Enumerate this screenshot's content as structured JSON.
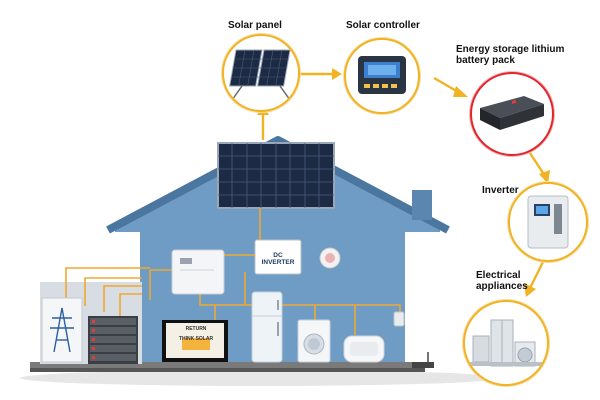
{
  "labels": {
    "solar_panel": "Solar panel",
    "solar_controller": "Solar controller",
    "battery_line1": "Energy storage lithium",
    "battery_line2": "battery pack",
    "inverter": "Inverter",
    "appliances_line1": "Electrical",
    "appliances_line2": "appliances"
  },
  "house": {
    "dc_inverter_text": "DC INVERTER",
    "tv_text_line1": "RETURN",
    "tv_text_line2": "THINK SOLAR"
  },
  "colors": {
    "wire": "#f0a830",
    "arrow": "#f0b323",
    "house_wall": "#6f9cc4",
    "house_roof": "#4f7aa3",
    "battery_highlight": "#e3262e"
  }
}
